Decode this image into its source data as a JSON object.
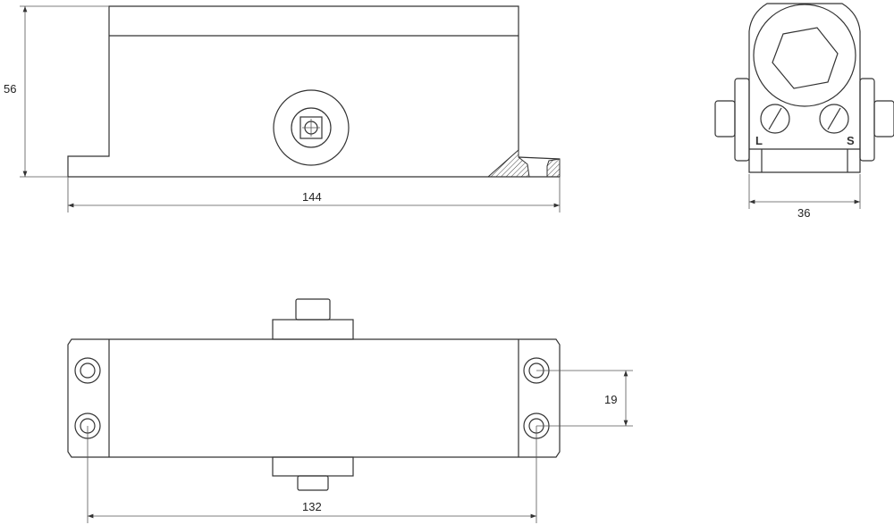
{
  "dimensions": {
    "height": "56",
    "length": "144",
    "width": "36",
    "hole_spacing_vertical": "19",
    "hole_spacing_horizontal": "132"
  },
  "valve_labels": {
    "left": "L",
    "right": "S"
  },
  "colors": {
    "line": "#333333",
    "background": "#ffffff"
  }
}
